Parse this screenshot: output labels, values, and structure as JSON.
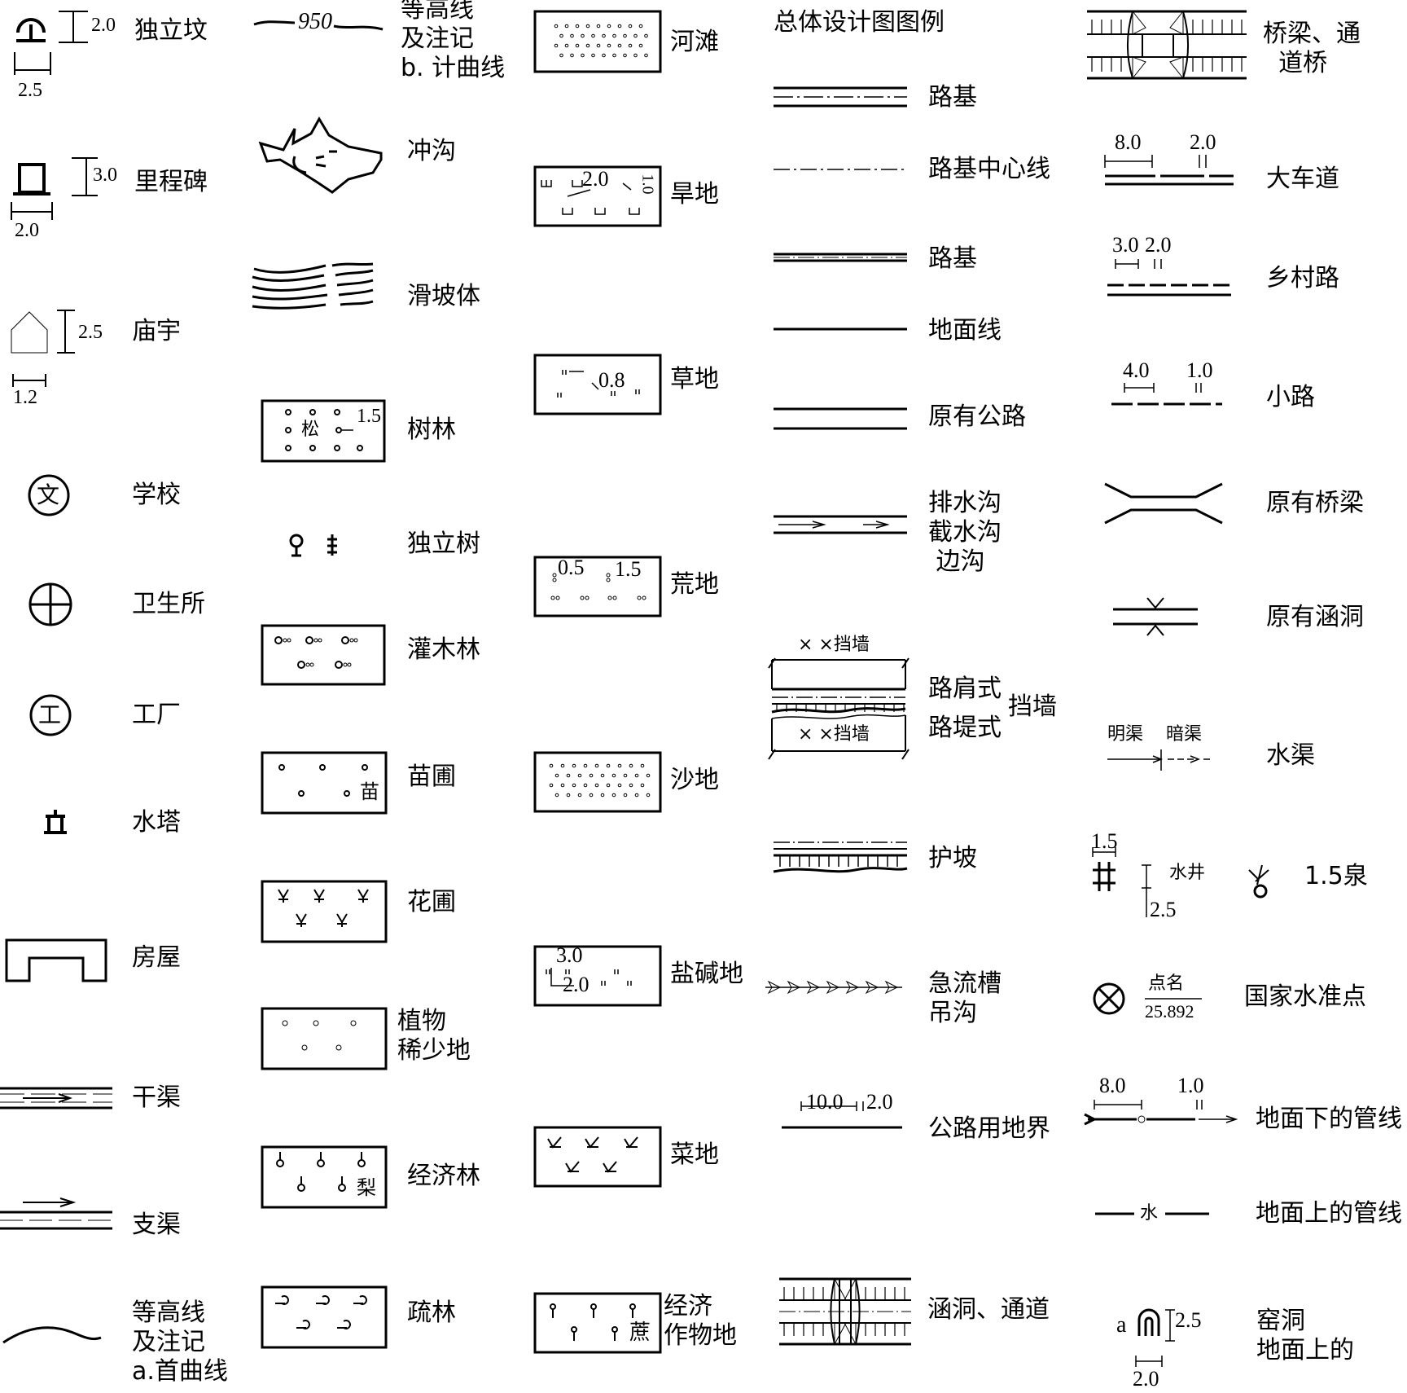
{
  "title": "总体设计图图例",
  "col1": {
    "independent_tomb": {
      "label": "独立坟",
      "dim_h": "2.0",
      "dim_w": "2.5"
    },
    "milestone": {
      "label": "里程碑",
      "dim_h": "3.0",
      "dim_w": "2.0"
    },
    "temple": {
      "label": "庙宇",
      "dim_h": "2.5",
      "dim_w": "1.2"
    },
    "school": {
      "label": "学校",
      "glyph": "文"
    },
    "clinic": {
      "label": "卫生所"
    },
    "factory": {
      "label": "工厂",
      "glyph": "工"
    },
    "water_tower": {
      "label": "水塔"
    },
    "house": {
      "label": "房屋"
    },
    "main_canal": {
      "label": "干渠"
    },
    "branch_canal": {
      "label": "支渠"
    },
    "contour_a": {
      "label": "等高线\n及注记\na.首曲线"
    }
  },
  "col2": {
    "contour_b": {
      "label": "等高线\n及注记\nb. 计曲线",
      "value": "950"
    },
    "gully": {
      "label": "冲沟"
    },
    "landslide": {
      "label": "滑坡体"
    },
    "forest": {
      "label": "树林",
      "inner": "松",
      "dim": "1.5"
    },
    "single_tree": {
      "label": "独立树"
    },
    "shrub": {
      "label": "灌木林"
    },
    "nursery": {
      "label": "苗圃",
      "inner": "苗"
    },
    "flower_bed": {
      "label": "花圃"
    },
    "sparse_vegetation": {
      "label": "植物\n稀少地"
    },
    "economic_forest": {
      "label": "经济林",
      "inner": "梨"
    },
    "sparse_forest": {
      "label": "疏林"
    }
  },
  "col3": {
    "beach": {
      "label": "河滩"
    },
    "dry_land": {
      "label": "旱地",
      "dim_a": "2.0",
      "dim_b": "1.0"
    },
    "grassland": {
      "label": "草地",
      "dim": "0.8"
    },
    "wasteland": {
      "label": "荒地",
      "dim_a": "0.5",
      "dim_b": "1.5"
    },
    "sand": {
      "label": "沙地"
    },
    "saline": {
      "label": "盐碱地",
      "dim_a": "3.0",
      "dim_b": "2.0"
    },
    "vegetable": {
      "label": "菜地"
    },
    "cash_crop": {
      "label": "经济\n作物地",
      "inner": "蔗"
    }
  },
  "col4": {
    "subgrade1": {
      "label": "路基"
    },
    "centerline": {
      "label": "路基中心线"
    },
    "subgrade2": {
      "label": "路基"
    },
    "ground_line": {
      "label": "地面线"
    },
    "existing_road": {
      "label": "原有公路"
    },
    "ditch": {
      "label": "排水沟\n截水沟\n 边沟"
    },
    "retaining_wall": {
      "label_a": "路肩式",
      "label_b": "路堤式",
      "label_group": "挡墙",
      "inner": "× ×挡墙"
    },
    "slope_protection": {
      "label": "护坡"
    },
    "chute": {
      "label": "急流槽\n吊沟"
    },
    "road_boundary": {
      "label": "公路用地界",
      "dim_a": "10.0",
      "dim_b": "2.0"
    },
    "culvert": {
      "label": "涵洞、通道"
    }
  },
  "col5": {
    "bridge": {
      "label": "桥梁、通\n  道桥"
    },
    "cart_road": {
      "label": "大车道",
      "dim_a": "8.0",
      "dim_b": "2.0"
    },
    "village_road": {
      "label": "乡村路",
      "dim_a": "3.0",
      "dim_b": "2.0"
    },
    "path": {
      "label": "小路",
      "dim_a": "4.0",
      "dim_b": "1.0"
    },
    "existing_bridge": {
      "label": "原有桥梁"
    },
    "existing_culvert": {
      "label": "原有涵洞"
    },
    "water_channel": {
      "label": "水渠",
      "open": "明渠",
      "covered": "暗渠"
    },
    "well": {
      "label": "水井",
      "dim_a": "1.5",
      "dim_b": "2.5"
    },
    "spring": {
      "label": "1.5泉"
    },
    "benchmark": {
      "label": "国家水准点",
      "name": "点名",
      "elev": "25.892"
    },
    "underground_pipe": {
      "label": "地面下的管线",
      "dim_a": "8.0",
      "dim_b": "1.0"
    },
    "surface_pipe": {
      "label": "地面上的管线",
      "glyph": "水"
    },
    "cave": {
      "label": "窑洞\n地面上的",
      "letter": "a",
      "dim_h": "2.5",
      "dim_w": "2.0"
    }
  }
}
